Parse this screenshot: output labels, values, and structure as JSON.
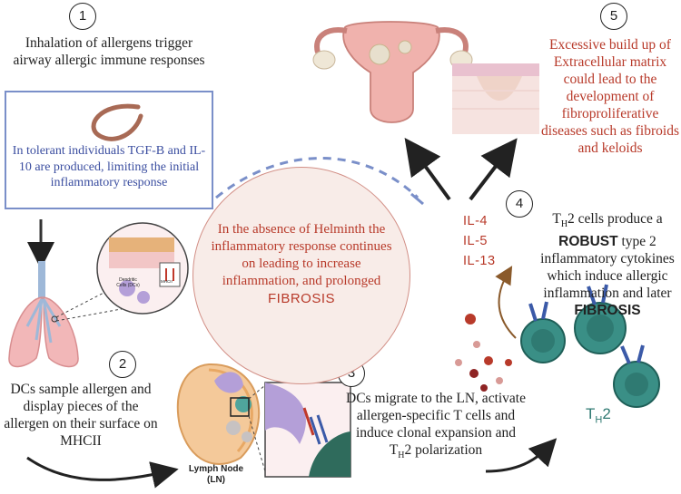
{
  "steps": {
    "s1": {
      "num": "1",
      "text": "Inhalation of allergens trigger airway allergic immune responses"
    },
    "s2": {
      "num": "2",
      "text": "DCs sample allergen and display pieces of the allergen on their surface on MHCII"
    },
    "s3": {
      "num": "3",
      "text_a": "DCs migrate to the LN, activate allergen-specific T cells and induce clonal expansion and T",
      "sub": "H",
      "text_b": "2 polarization"
    },
    "s4": {
      "num": "4",
      "t_prefix": "T",
      "t_sub": "H",
      "text_a": "2 cells produce a ",
      "robust": "ROBUST",
      "text_b": " type 2 inflammatory cytokines which induce allergic inflammation and later ",
      "fibrosis": "FIBROSIS"
    },
    "s5": {
      "num": "5",
      "text": "Excessive build up of Extracellular matrix could lead to the development of fibroproliferative diseases such as fibroids and keloids"
    }
  },
  "tolerance_text": "In tolerant individuals TGF-B and IL-10 are produced, limiting the initial inflammatory response",
  "center": {
    "text": "In the absence of Helminth the inflammatory response continues on leading to increase inflammation, and prolonged",
    "fibrosis": "FIBROSIS"
  },
  "cytokines": [
    "IL-4",
    "IL-5",
    "IL-13"
  ],
  "labels": {
    "lymph_node_line1": "Lymph Node",
    "lymph_node_line2": "(LN)",
    "th2_prefix": "T",
    "th2_sub": "H",
    "th2_suffix": "2",
    "dc_inset": "Dendritic Cells (DCs)",
    "mhcii": "MHCII"
  },
  "colors": {
    "red_text": "#b83a2a",
    "blue_text": "#3b4ea0",
    "blue_border": "#7a8fc9",
    "teal_cell": "#3a8f86",
    "lung_pink": "#f2b7b8",
    "uterus_pink": "#f0b2ad"
  }
}
